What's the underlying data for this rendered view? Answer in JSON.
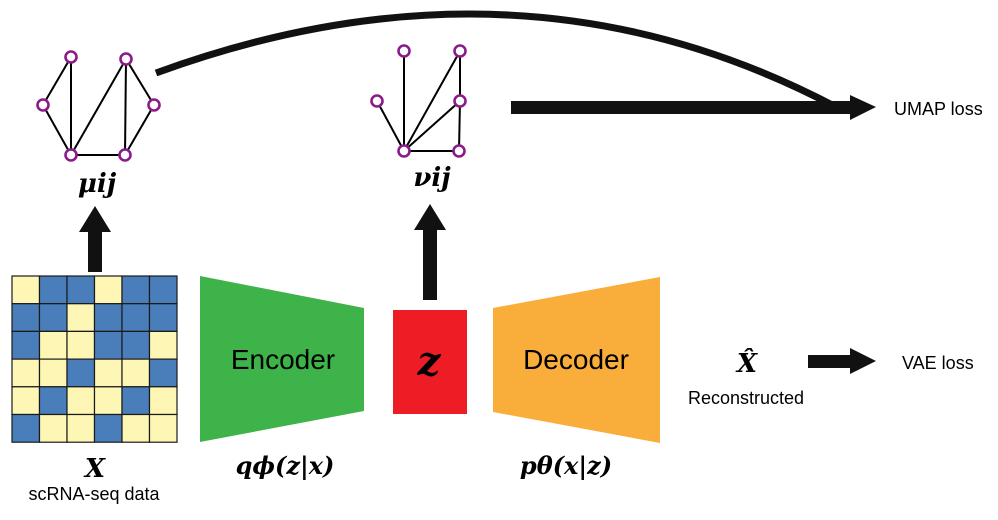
{
  "input": {
    "symbol": "X",
    "caption": "scRNA-seq data",
    "grid": [
      [
        1,
        0,
        0,
        1,
        0,
        0
      ],
      [
        0,
        0,
        1,
        0,
        0,
        0
      ],
      [
        0,
        1,
        1,
        0,
        0,
        1
      ],
      [
        1,
        1,
        0,
        1,
        1,
        0
      ],
      [
        1,
        0,
        1,
        1,
        0,
        1
      ],
      [
        0,
        1,
        1,
        0,
        1,
        1
      ]
    ],
    "colors": {
      "cell_a": "#4a7ebb",
      "cell_b": "#fdf6b4"
    }
  },
  "encoder": {
    "label": "Encoder",
    "formula": "qϕ(z|x)",
    "color": "#3eb34a"
  },
  "latent": {
    "symbol": "z",
    "color": "#ee1c25"
  },
  "decoder": {
    "label": "Decoder",
    "formula": "pθ(x|z)",
    "color": "#f9ae3b"
  },
  "reconstruction": {
    "symbol": "X̂",
    "caption": "Reconstructed"
  },
  "graph_input": {
    "symbol": "μij"
  },
  "graph_latent": {
    "symbol": "νij"
  },
  "losses": {
    "umap": "UMAP loss",
    "vae": "VAE loss"
  },
  "node_color": "#8b1a8b"
}
